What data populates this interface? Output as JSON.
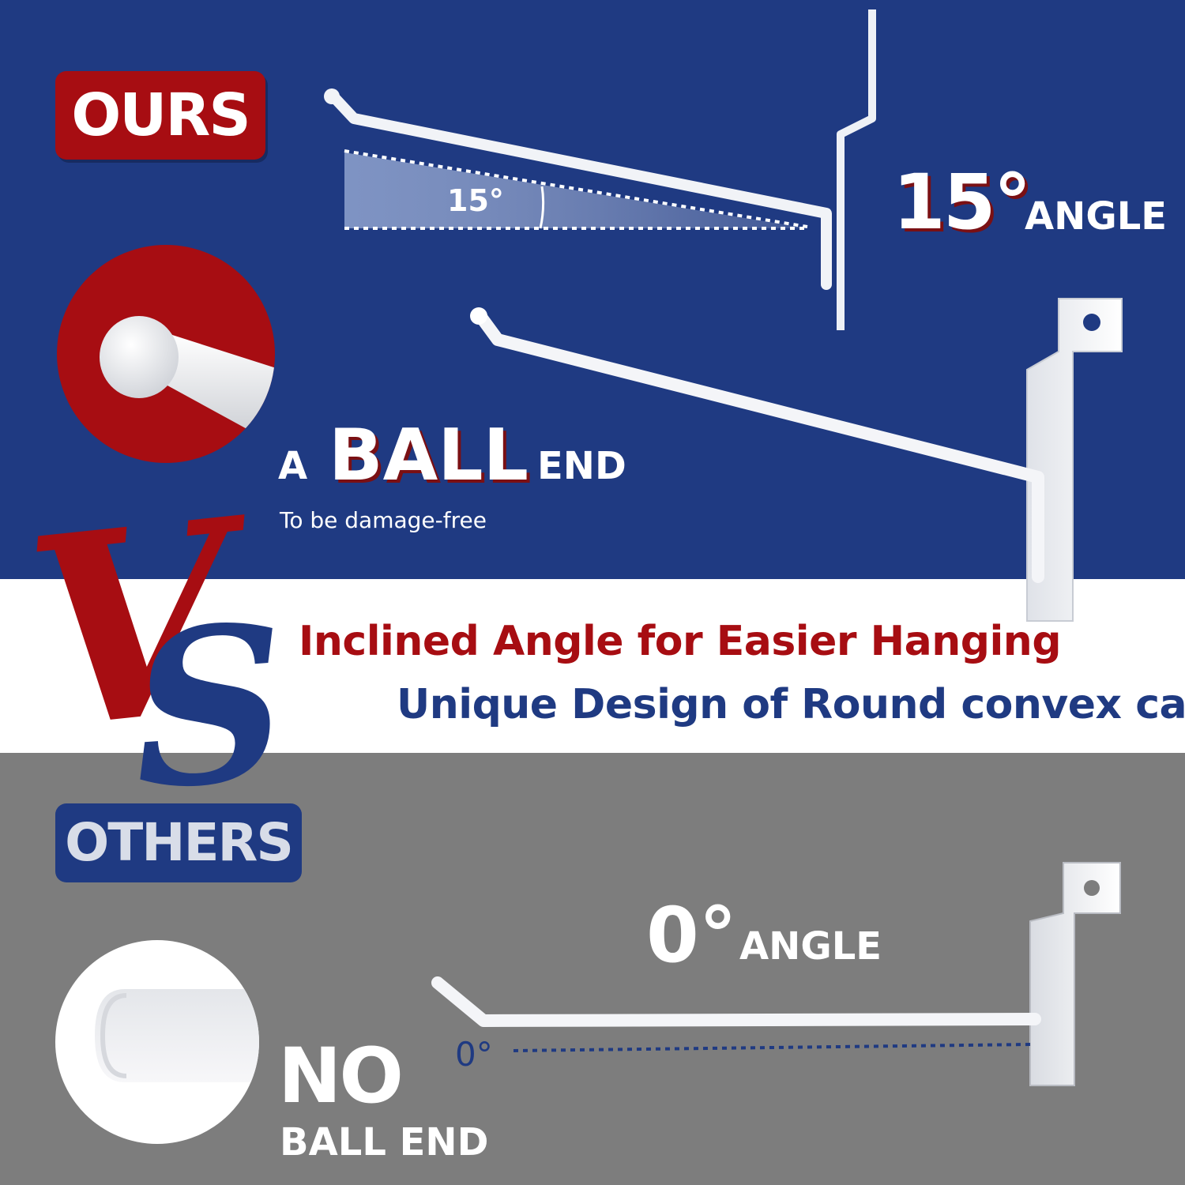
{
  "ours": {
    "badge": "OURS",
    "angle_value": "15°",
    "angle_word": "ANGLE",
    "diagram_label": "15°",
    "ball_a": "A",
    "ball_big": "BALL",
    "ball_end": "END",
    "ball_subtitle": "To be damage-free"
  },
  "vs": {
    "v": "V",
    "s": "S"
  },
  "features": {
    "line1": "Inclined Angle for Easier Hanging",
    "line2": "Unique Design of Round convex cap"
  },
  "others": {
    "badge": "OTHERS",
    "angle_value": "0°",
    "angle_word": "ANGLE",
    "diagram_label": "0°",
    "no_big": "NO",
    "no_sub": "BALL  END"
  },
  "colors": {
    "blue": "#1f3a82",
    "red": "#a70d12",
    "gray": "#7d7d7d",
    "white": "#ffffff"
  }
}
